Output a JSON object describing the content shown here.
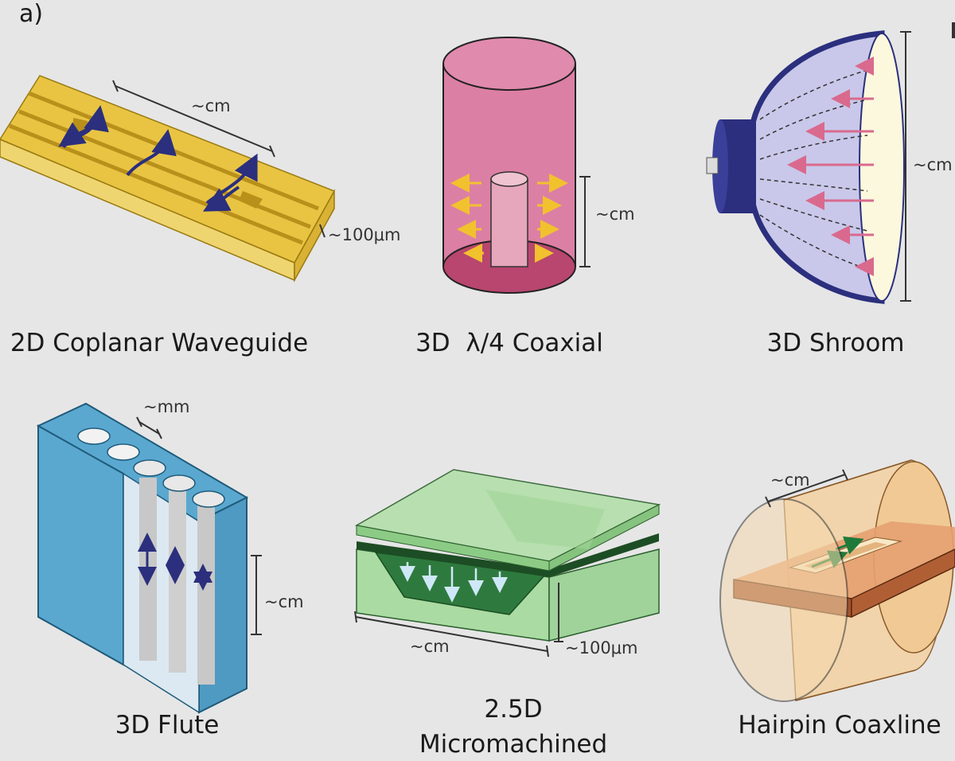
{
  "panel_label": "a)",
  "diagrams": {
    "cpw": {
      "caption": "2D Coplanar Waveguide",
      "dim_length": "~cm",
      "dim_thickness": "~100μm"
    },
    "coax": {
      "caption": "3D  λ/4 Coaxial",
      "dim_height": "~cm"
    },
    "shroom": {
      "caption": "3D Shroom",
      "dim_height": "~cm"
    },
    "flute": {
      "caption": "3D Flute",
      "dim_pitch": "~mm",
      "dim_height": "~cm"
    },
    "micromachined": {
      "caption_line1": "2.5D",
      "caption_line2": "Micromachined",
      "dim_width": "~cm",
      "dim_depth": "~100μm"
    },
    "hairpin": {
      "caption": "Hairpin Coaxline",
      "dim_length": "~cm"
    }
  },
  "colors": {
    "background": "#e6e6e6",
    "gold": "#e9c443",
    "pink": "#d97ea3",
    "navy": "#2b2f7d",
    "blue": "#5aa8cf",
    "green": "#9fd39a",
    "orange": "#e6a070"
  }
}
